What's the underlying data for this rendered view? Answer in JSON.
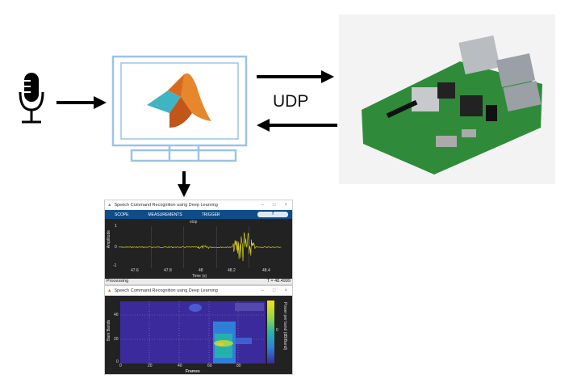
{
  "diagram": {
    "protocol_label": "UDP",
    "nodes": [
      "microphone",
      "computer-with-matlab",
      "raspberry-pi",
      "scope-output"
    ]
  },
  "scope_window": {
    "title": "Speech Command Recognition using Deep Learning",
    "tabs": [
      "SCOPE",
      "MEASUREMENTS",
      "TRIGGER"
    ],
    "help": "?",
    "plot_title": "stop",
    "ylabel": "Amplitude",
    "xlabel": "Time (s)",
    "yticks": [
      "1",
      "0",
      "-1"
    ],
    "xticks": [
      "47.6",
      "47.8",
      "48",
      "48.2",
      "48.4"
    ],
    "status_left": "Processing",
    "status_right": "T = 48.4999"
  },
  "spectrogram_window": {
    "title": "Speech Command Recognition using Deep Learning",
    "ylabel": "Bark Bands",
    "xlabel": "Frames",
    "colorbar_label": "Power per band (dB/Band)",
    "yticks": [
      "40",
      "20",
      "0"
    ],
    "xticks": [
      "0",
      "20",
      "40",
      "60",
      "80"
    ],
    "colorbar_tick": "0",
    "colors": {
      "low": "#3b2a9c",
      "mid": "#26b5a8",
      "high": "#f5e11a"
    }
  },
  "colors": {
    "monitor": "#9dc3e6",
    "arrow": "#000000",
    "pi_board": "#2f8a3a"
  }
}
